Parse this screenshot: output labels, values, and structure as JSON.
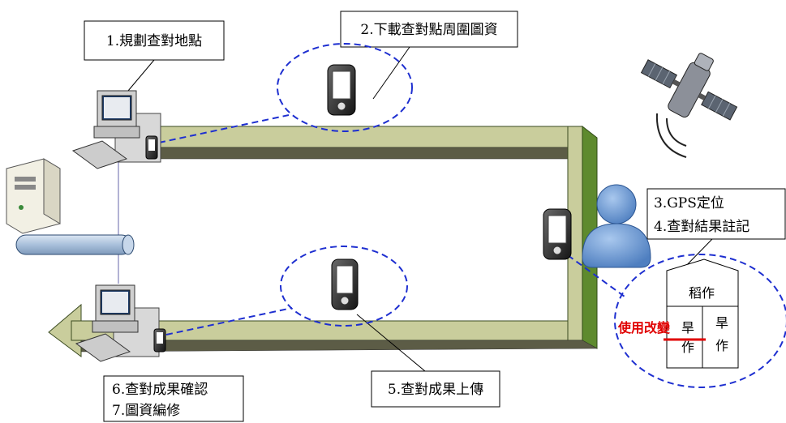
{
  "steps": {
    "s1": "1.規劃查對地點",
    "s2": "2.下載查對點周圍圖資",
    "s3": "3.GPS定位",
    "s4": "4.查對結果註記",
    "s5": "5.查對成果上傳",
    "s6": "6.查對成果確認",
    "s7": "7.圖資編修"
  },
  "field_map": {
    "top": "稻作",
    "left_top": "旱",
    "left_bottom": "作",
    "right_top": "旱",
    "right_bottom": "作",
    "change_label": "使用改變"
  },
  "colors": {
    "path_top": "#c9cd9c",
    "path_side": "#5e8a2e",
    "dashed": "#1e2fd0",
    "person": "#6f9fd8",
    "change": "#e00000"
  }
}
